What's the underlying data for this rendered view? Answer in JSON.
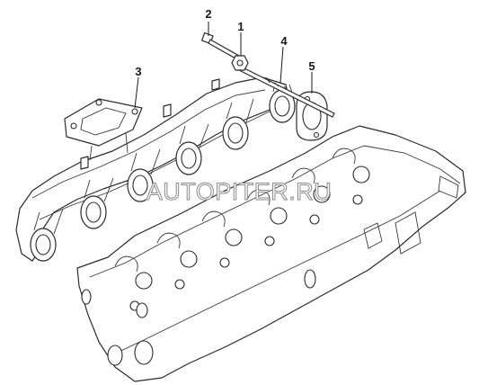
{
  "callouts": [
    {
      "label": "2"
    },
    {
      "label": "1"
    },
    {
      "label": "4"
    },
    {
      "label": "3"
    },
    {
      "label": "5"
    }
  ],
  "watermark": "AUTOPITER.RU"
}
